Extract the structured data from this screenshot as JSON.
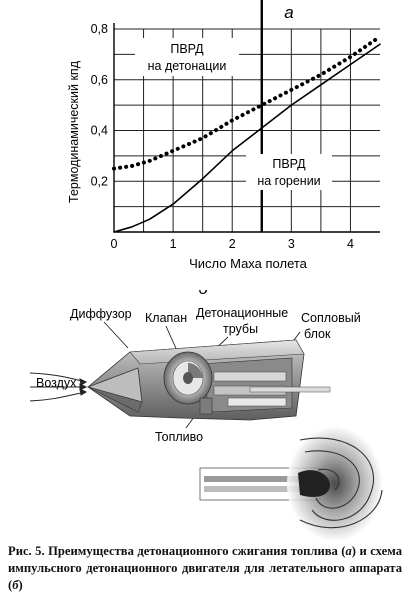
{
  "panel_a_label": "а",
  "panel_b_label": "б",
  "chart_data": {
    "type": "line",
    "xlabel": "Число Маха полета",
    "ylabel": "Термодинамический  кпд",
    "xlim": [
      0,
      4.5
    ],
    "ylim": [
      0,
      0.8
    ],
    "x_ticks": [
      0,
      1,
      2,
      3,
      4
    ],
    "x_tick_labels": [
      "0",
      "1",
      "2",
      "3",
      "4"
    ],
    "y_ticks": [
      0.2,
      0.4,
      0.6,
      0.8
    ],
    "y_tick_labels": [
      "0,2",
      "0,4",
      "0,6",
      "0,8"
    ],
    "grid": true,
    "vertical_marker_x": 2.5,
    "series": [
      {
        "name": "ПВРД на детонации",
        "label_lines": [
          "ПВРД",
          "на детонации"
        ],
        "style": "dotted",
        "x": [
          0,
          0.3,
          0.6,
          1.0,
          1.5,
          2.0,
          2.5,
          3.0,
          3.5,
          4.0,
          4.5
        ],
        "y": [
          0.25,
          0.26,
          0.28,
          0.32,
          0.37,
          0.44,
          0.5,
          0.56,
          0.62,
          0.69,
          0.77
        ]
      },
      {
        "name": "ПВРД на горении",
        "label_lines": [
          "ПВРД",
          "на горении"
        ],
        "style": "solid",
        "x": [
          0,
          0.3,
          0.6,
          1.0,
          1.5,
          2.0,
          2.5,
          3.0,
          3.5,
          4.0,
          4.5
        ],
        "y": [
          0.0,
          0.02,
          0.05,
          0.11,
          0.21,
          0.32,
          0.41,
          0.5,
          0.58,
          0.66,
          0.74
        ]
      }
    ]
  },
  "diagram": {
    "labels": {
      "diffuser": "Диффузор",
      "valve": "Клапан",
      "tubes_line1": "Детонационные",
      "tubes_line2": "трубы",
      "nozzle_line1": "Сопловый",
      "nozzle_line2": "блок",
      "air": "Воздух",
      "fuel": "Топливо"
    }
  },
  "caption": {
    "prefix": "Рис. 5. Преимущества детонационного сжигания топлива (",
    "a": "а",
    "middle": ") и схема импульсного детонационного двигателя для летательного аппарата (",
    "b": "б",
    "suffix": ")"
  }
}
